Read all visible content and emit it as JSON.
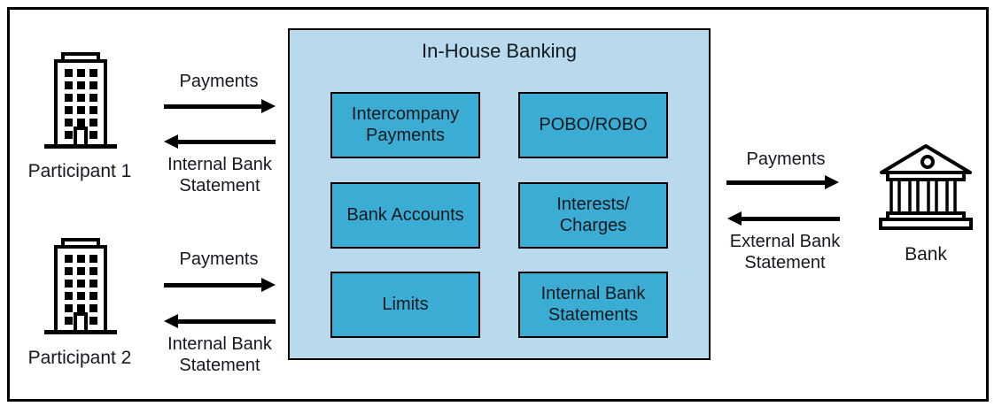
{
  "diagram": {
    "participant1": {
      "label": "Participant 1"
    },
    "participant2": {
      "label": "Participant 2"
    },
    "flow_participant1": {
      "payments_label": "Payments",
      "statement_label": "Internal Bank\nStatement"
    },
    "flow_participant2": {
      "payments_label": "Payments",
      "statement_label": "Internal Bank\nStatement"
    },
    "center": {
      "title": "In-House Banking",
      "modules": [
        {
          "label": "Intercompany\nPayments"
        },
        {
          "label": "POBO/ROBO"
        },
        {
          "label": "Bank Accounts"
        },
        {
          "label": "Interests/\nCharges"
        },
        {
          "label": "Limits"
        },
        {
          "label": "Internal Bank\nStatements"
        }
      ]
    },
    "flow_bank": {
      "payments_label": "Payments",
      "statement_label": "External Bank\nStatement"
    },
    "bank": {
      "label": "Bank"
    },
    "colors": {
      "container_fill": "#b9d9ec",
      "module_fill": "#3badd4",
      "line": "#000000",
      "text": "#14191f"
    }
  }
}
